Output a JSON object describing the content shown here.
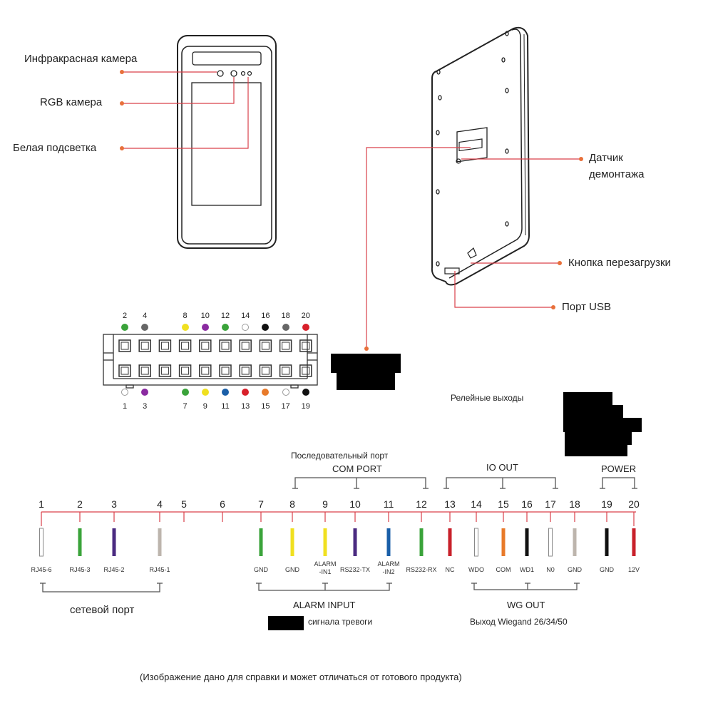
{
  "front_view": {
    "callouts": [
      {
        "id": "ir",
        "label": "Инфракрасная камера"
      },
      {
        "id": "rgb",
        "label": "RGB камера"
      },
      {
        "id": "white",
        "label": "Белая подсветка"
      }
    ]
  },
  "back_view": {
    "callouts": [
      {
        "id": "tamper",
        "label_line1": "Датчик",
        "label_line2": "демонтажа"
      },
      {
        "id": "reset",
        "label": "Кнопка перезагрузки"
      },
      {
        "id": "usb",
        "label": "Порт USB"
      }
    ]
  },
  "connector": {
    "top_pins": [
      {
        "num": "2",
        "color": "#3aa33a"
      },
      {
        "num": "4",
        "color": "#666666"
      },
      {
        "num": "",
        "color": ""
      },
      {
        "num": "8",
        "color": "#f0e020"
      },
      {
        "num": "10",
        "color": "#8a2aa0"
      },
      {
        "num": "12",
        "color": "#3aa33a"
      },
      {
        "num": "14",
        "color": "#ffffff"
      },
      {
        "num": "16",
        "color": "#111111"
      },
      {
        "num": "18",
        "color": "#666666"
      },
      {
        "num": "20",
        "color": "#d8202a"
      }
    ],
    "bottom_pins": [
      {
        "num": "1",
        "color": "#ffffff"
      },
      {
        "num": "3",
        "color": "#8a2aa0"
      },
      {
        "num": "",
        "color": ""
      },
      {
        "num": "7",
        "color": "#3aa33a"
      },
      {
        "num": "9",
        "color": "#f0e020"
      },
      {
        "num": "11",
        "color": "#1a5fa8"
      },
      {
        "num": "13",
        "color": "#d8202a"
      },
      {
        "num": "15",
        "color": "#e87a2a"
      },
      {
        "num": "17",
        "color": "#ffffff"
      },
      {
        "num": "19",
        "color": "#111111"
      }
    ]
  },
  "relay_outputs_label": "Релейные выходы",
  "wiring": {
    "pins": [
      {
        "num": "1",
        "wire": "#ffffff",
        "outlined": true,
        "label": "RJ45-6"
      },
      {
        "num": "2",
        "wire": "#3aa33a",
        "label": "RJ45-3"
      },
      {
        "num": "3",
        "wire": "#4a2a80",
        "label": "RJ45-2"
      },
      {
        "num": "4",
        "wire": "#bdb5ad",
        "label": "RJ45-1"
      },
      {
        "num": "5",
        "wire": "",
        "label": ""
      },
      {
        "num": "6",
        "wire": "",
        "label": ""
      },
      {
        "num": "7",
        "wire": "#3aa33a",
        "label": "GND"
      },
      {
        "num": "8",
        "wire": "#f0e020",
        "label": "GND"
      },
      {
        "num": "9",
        "wire": "#f0e020",
        "label": "ALARM\n-IN1"
      },
      {
        "num": "10",
        "wire": "#4a2a80",
        "label": "RS232-TX"
      },
      {
        "num": "11",
        "wire": "#1a5fa8",
        "label": "ALARM\n-IN2"
      },
      {
        "num": "12",
        "wire": "#3aa33a",
        "label": "RS232-RX"
      },
      {
        "num": "13",
        "wire": "#c8202a",
        "label": "NC"
      },
      {
        "num": "14",
        "wire": "#ffffff",
        "outlined": true,
        "label": "WDO"
      },
      {
        "num": "15",
        "wire": "#e87a2a",
        "label": "COM"
      },
      {
        "num": "16",
        "wire": "#111111",
        "label": "WD1"
      },
      {
        "num": "17",
        "wire": "#ffffff",
        "outlined": true,
        "label": "N0"
      },
      {
        "num": "18",
        "wire": "#bdb5ad",
        "label": "GND"
      },
      {
        "num": "19",
        "wire": "#111111",
        "label": "GND"
      },
      {
        "num": "20",
        "wire": "#c8202a",
        "label": "12V"
      }
    ],
    "groups": {
      "com_port_line1": "Последовательный порт",
      "com_port_line2": "COM PORT",
      "io_out": "IO OUT",
      "power": "POWER",
      "network_port": "сетевой порт",
      "alarm_input": "ALARM INPUT",
      "alarm_input_ru": "сигнала тревоги",
      "wg_out": "WG OUT",
      "wg_out_ru": "Выход Wiegand 26/34/50"
    }
  },
  "footnote": "(Изображение дано для справки и может отличаться от готового продукта)",
  "colors": {
    "accent_line": "#d9404a",
    "callout_dot": "#e8703a"
  }
}
